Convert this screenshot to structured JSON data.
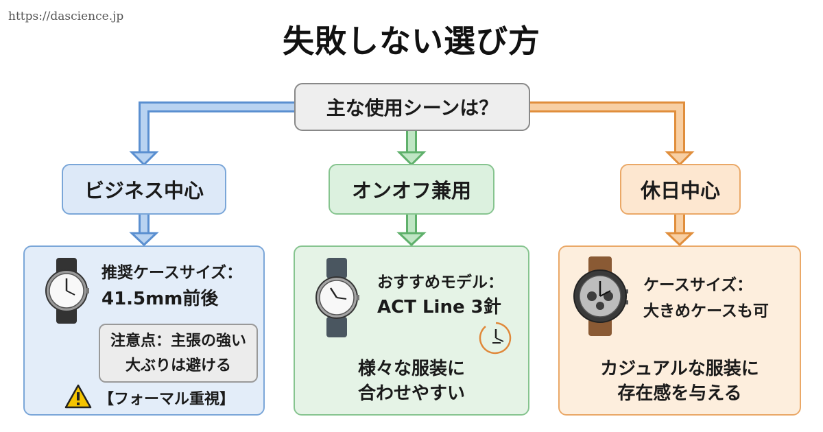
{
  "site_url": "https://dascience.jp",
  "title": "失敗しない選び方",
  "question": "主な使用シーンは？",
  "branches": [
    {
      "category": "ビジネス中心",
      "heading": "推奨ケースサイズ：",
      "value": "41.5mm前後",
      "note_lines": [
        "注意点：主張の強い",
        "大ぶりは避ける"
      ],
      "footer": "【フォーマル重視】",
      "icons": [
        "wristwatch-icon",
        "warning-icon"
      ]
    },
    {
      "category": "オンオフ兼用",
      "heading": "おすすめモデル：",
      "value": "ACT Line 3針",
      "desc_lines": [
        "様々な服装に",
        "合わせやすい"
      ],
      "icons": [
        "wristwatch-icon",
        "clock-icon"
      ]
    },
    {
      "category": "休日中心",
      "heading": "ケースサイズ：",
      "value": "大きめケースも可",
      "desc_lines": [
        "カジュアルな服装に",
        "存在感を与える"
      ],
      "icons": [
        "chronograph-watch-icon"
      ]
    }
  ],
  "colors": {
    "blue_border": "#7aa6d8",
    "blue_fill": "#dde9f8",
    "green_border": "#86c48f",
    "green_fill": "#dcf1df",
    "orange_border": "#eaa867",
    "orange_fill": "#fde7d0",
    "question_fill": "#eeeeee"
  }
}
